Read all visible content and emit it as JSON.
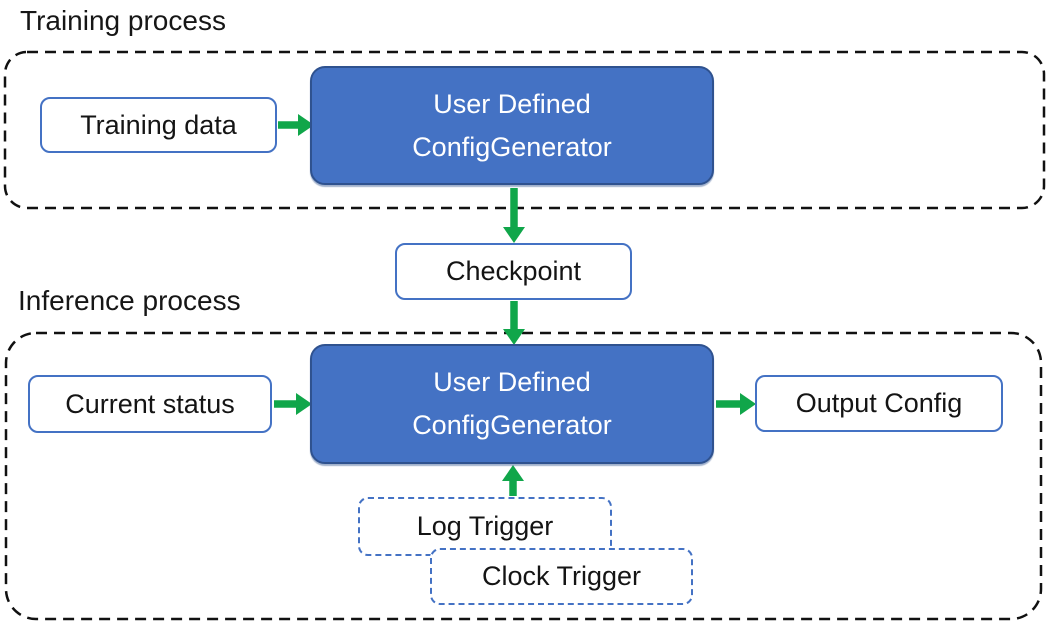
{
  "colors": {
    "generator_fill": "#4472C4",
    "generator_border": "#2F528F",
    "white_box_border": "#4472C4",
    "trigger_dash_border": "#4472C4",
    "arrow_green": "#10A64A",
    "container_dash": "#111111",
    "text_dark": "#161616",
    "text_light": "#ffffff"
  },
  "training": {
    "label": "Training process",
    "input_box": "Training data",
    "generator_line1": "User Defined",
    "generator_line2": "ConfigGenerator"
  },
  "checkpoint": {
    "label": "Checkpoint"
  },
  "inference": {
    "label": "Inference process",
    "input_box": "Current status",
    "generator_line1": "User Defined",
    "generator_line2": "ConfigGenerator",
    "output_box": "Output Config",
    "log_trigger": "Log Trigger",
    "clock_trigger": "Clock Trigger"
  }
}
